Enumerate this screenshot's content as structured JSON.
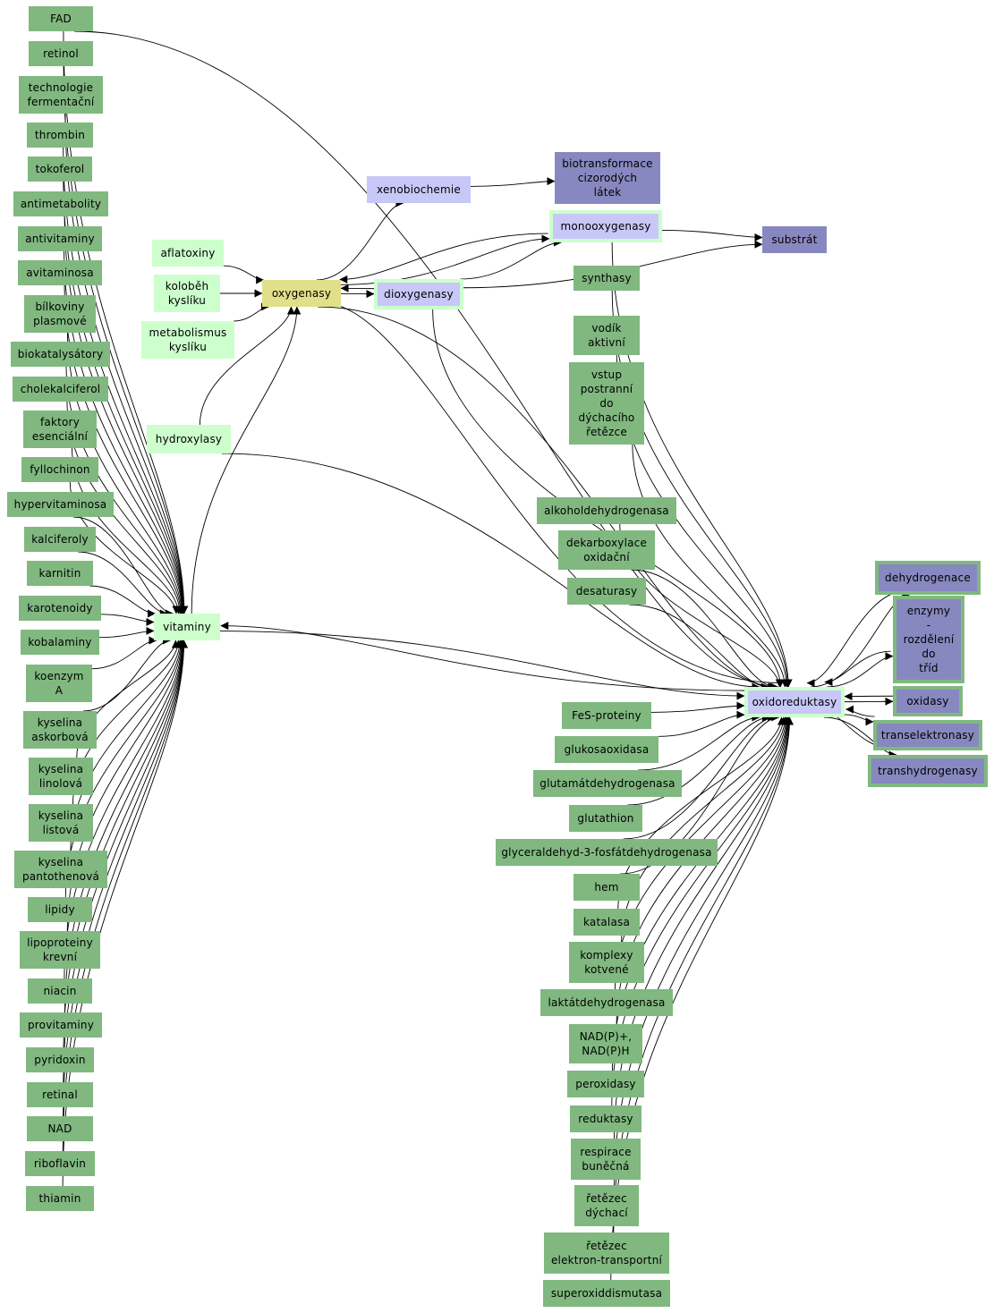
{
  "nodes": [
    {
      "id": "fad",
      "label": "FAD",
      "kind": "green"
    },
    {
      "id": "retinol",
      "label": "retinol",
      "kind": "green"
    },
    {
      "id": "technologie",
      "label": "technologie\nfermentační",
      "kind": "green"
    },
    {
      "id": "thrombin",
      "label": "thrombin",
      "kind": "green"
    },
    {
      "id": "tokoferol",
      "label": "tokoferol",
      "kind": "green"
    },
    {
      "id": "antimetabolity",
      "label": "antimetabolity",
      "kind": "green"
    },
    {
      "id": "antivitaminy",
      "label": "antivitaminy",
      "kind": "green"
    },
    {
      "id": "avitaminosa",
      "label": "avitaminosa",
      "kind": "green"
    },
    {
      "id": "bilkoviny",
      "label": "bílkoviny\nplasmové",
      "kind": "green"
    },
    {
      "id": "biokatalysatory",
      "label": "biokatalysátory",
      "kind": "green"
    },
    {
      "id": "cholekalciferol",
      "label": "cholekalciferol",
      "kind": "green"
    },
    {
      "id": "faktory",
      "label": "faktory\nesenciální",
      "kind": "green"
    },
    {
      "id": "fyllochinon",
      "label": "fyllochinon",
      "kind": "green"
    },
    {
      "id": "hypervitaminosa",
      "label": "hypervitaminosa",
      "kind": "green"
    },
    {
      "id": "kalciferoly",
      "label": "kalciferoly",
      "kind": "green"
    },
    {
      "id": "karnitin",
      "label": "karnitin",
      "kind": "green"
    },
    {
      "id": "karotenoidy",
      "label": "karotenoidy",
      "kind": "green"
    },
    {
      "id": "kobalaminy",
      "label": "kobalaminy",
      "kind": "green"
    },
    {
      "id": "koenzym",
      "label": "koenzym\nA",
      "kind": "green"
    },
    {
      "id": "askorbova",
      "label": "kyselina\naskorbová",
      "kind": "green"
    },
    {
      "id": "linolova",
      "label": "kyselina\nlinolová",
      "kind": "green"
    },
    {
      "id": "listova",
      "label": "kyselina\nlistová",
      "kind": "green"
    },
    {
      "id": "pantothenova",
      "label": "kyselina\npantothenová",
      "kind": "green"
    },
    {
      "id": "lipidy",
      "label": "lipidy",
      "kind": "green"
    },
    {
      "id": "lipoproteiny",
      "label": "lipoproteiny\nkrevní",
      "kind": "green"
    },
    {
      "id": "niacin",
      "label": "niacin",
      "kind": "green"
    },
    {
      "id": "provitaminy",
      "label": "provitaminy",
      "kind": "green"
    },
    {
      "id": "pyridoxin",
      "label": "pyridoxin",
      "kind": "green"
    },
    {
      "id": "retinal",
      "label": "retinal",
      "kind": "green"
    },
    {
      "id": "nad",
      "label": "NAD",
      "kind": "green"
    },
    {
      "id": "riboflavin",
      "label": "riboflavin",
      "kind": "green"
    },
    {
      "id": "thiamin",
      "label": "thiamin",
      "kind": "green"
    },
    {
      "id": "aflatoxiny",
      "label": "aflatoxiny",
      "kind": "lightgreen"
    },
    {
      "id": "kolobeh",
      "label": "koloběh\nkyslíku",
      "kind": "lightgreen"
    },
    {
      "id": "metabolismus",
      "label": "metabolismus\nkyslíku",
      "kind": "lightgreen"
    },
    {
      "id": "hydroxylasy",
      "label": "hydroxylasy",
      "kind": "lightgreen"
    },
    {
      "id": "vitaminy",
      "label": "vitaminy",
      "kind": "lightgreen"
    },
    {
      "id": "oxygenasy",
      "label": "oxygenasy",
      "kind": "yellow"
    },
    {
      "id": "xenobiochemie",
      "label": "xenobiochemie",
      "kind": "lavender"
    },
    {
      "id": "biotransformace",
      "label": "biotransformace\ncizorodých\nlátek",
      "kind": "purple"
    },
    {
      "id": "monooxygenasy",
      "label": "monooxygenasy",
      "kind": "lavender-ring"
    },
    {
      "id": "dioxygenasy",
      "label": "dioxygenasy",
      "kind": "lavender-ring"
    },
    {
      "id": "substrat",
      "label": "substrát",
      "kind": "purple"
    },
    {
      "id": "synthasy",
      "label": "synthasy",
      "kind": "green"
    },
    {
      "id": "vodik",
      "label": "vodík\naktivní",
      "kind": "green"
    },
    {
      "id": "vstup",
      "label": "vstup\npostranní\ndo\ndýchacího\nřetězce",
      "kind": "green"
    },
    {
      "id": "alkohol",
      "label": "alkoholdehydrogenasa",
      "kind": "green"
    },
    {
      "id": "dekarboxylace",
      "label": "dekarboxylace\noxidační",
      "kind": "green"
    },
    {
      "id": "desaturasy",
      "label": "desaturasy",
      "kind": "green"
    },
    {
      "id": "fes",
      "label": "FeS-proteiny",
      "kind": "green"
    },
    {
      "id": "glukosaox",
      "label": "glukosaoxidasa",
      "kind": "green"
    },
    {
      "id": "glutamat",
      "label": "glutamátdehydrogenasa",
      "kind": "green"
    },
    {
      "id": "glutathion",
      "label": "glutathion",
      "kind": "green"
    },
    {
      "id": "glyceraldehyd",
      "label": "glyceraldehyd-3-fosfátdehydrogenasa",
      "kind": "green"
    },
    {
      "id": "hem",
      "label": "hem",
      "kind": "green"
    },
    {
      "id": "katalasa",
      "label": "katalasa",
      "kind": "green"
    },
    {
      "id": "komplexy",
      "label": "komplexy\nkotvené",
      "kind": "green"
    },
    {
      "id": "laktat",
      "label": "laktátdehydrogenasa",
      "kind": "green"
    },
    {
      "id": "nadp",
      "label": "NAD(P)+,\nNAD(P)H",
      "kind": "green"
    },
    {
      "id": "peroxidasy",
      "label": "peroxidasy",
      "kind": "green"
    },
    {
      "id": "reduktasy",
      "label": "reduktasy",
      "kind": "green"
    },
    {
      "id": "respirace",
      "label": "respirace\nbuněčná",
      "kind": "green"
    },
    {
      "id": "retezecd",
      "label": "řetězec\ndýchací",
      "kind": "green"
    },
    {
      "id": "retezece",
      "label": "řetězec\nelektron-transportní",
      "kind": "green"
    },
    {
      "id": "superoxid",
      "label": "superoxiddismutasa",
      "kind": "green"
    },
    {
      "id": "oxidoreduktasy",
      "label": "oxidoreduktasy",
      "kind": "lavender-ring"
    },
    {
      "id": "dehydrogenace",
      "label": "dehydrogenace",
      "kind": "purple-ring"
    },
    {
      "id": "enzymy",
      "label": "enzymy\n-\nrozdělení\ndo\ntříd",
      "kind": "purple-ring"
    },
    {
      "id": "oxidasy",
      "label": "oxidasy",
      "kind": "purple-ring"
    },
    {
      "id": "transelektronasy",
      "label": "transelektronasy",
      "kind": "purple-ring"
    },
    {
      "id": "transhydrogenasy",
      "label": "transhydrogenasy",
      "kind": "purple-ring"
    }
  ],
  "edges": [
    [
      "fad",
      "vitaminy"
    ],
    [
      "retinol",
      "vitaminy"
    ],
    [
      "technologie",
      "vitaminy"
    ],
    [
      "thrombin",
      "vitaminy"
    ],
    [
      "tokoferol",
      "vitaminy"
    ],
    [
      "antimetabolity",
      "vitaminy"
    ],
    [
      "antivitaminy",
      "vitaminy"
    ],
    [
      "avitaminosa",
      "vitaminy"
    ],
    [
      "bilkoviny",
      "vitaminy"
    ],
    [
      "biokatalysatory",
      "vitaminy"
    ],
    [
      "cholekalciferol",
      "vitaminy"
    ],
    [
      "faktory",
      "vitaminy"
    ],
    [
      "fyllochinon",
      "vitaminy"
    ],
    [
      "hypervitaminosa",
      "vitaminy"
    ],
    [
      "kalciferoly",
      "vitaminy"
    ],
    [
      "karnitin",
      "vitaminy"
    ],
    [
      "karotenoidy",
      "vitaminy"
    ],
    [
      "kobalaminy",
      "vitaminy"
    ],
    [
      "koenzym",
      "vitaminy"
    ],
    [
      "askorbova",
      "vitaminy"
    ],
    [
      "linolova",
      "vitaminy"
    ],
    [
      "listova",
      "vitaminy"
    ],
    [
      "pantothenova",
      "vitaminy"
    ],
    [
      "lipidy",
      "vitaminy"
    ],
    [
      "lipoproteiny",
      "vitaminy"
    ],
    [
      "niacin",
      "vitaminy"
    ],
    [
      "provitaminy",
      "vitaminy"
    ],
    [
      "pyridoxin",
      "vitaminy"
    ],
    [
      "retinal",
      "vitaminy"
    ],
    [
      "nad",
      "vitaminy"
    ],
    [
      "riboflavin",
      "vitaminy"
    ],
    [
      "thiamin",
      "vitaminy"
    ],
    [
      "aflatoxiny",
      "oxygenasy"
    ],
    [
      "kolobeh",
      "oxygenasy"
    ],
    [
      "metabolismus",
      "oxygenasy"
    ],
    [
      "hydroxylasy",
      "oxygenasy"
    ],
    [
      "vitaminy",
      "oxygenasy"
    ],
    [
      "oxygenasy",
      "xenobiochemie"
    ],
    [
      "xenobiochemie",
      "biotransformace"
    ],
    [
      "oxygenasy",
      "monooxygenasy"
    ],
    [
      "monooxygenasy",
      "oxygenasy"
    ],
    [
      "oxygenasy",
      "dioxygenasy"
    ],
    [
      "dioxygenasy",
      "oxygenasy"
    ],
    [
      "monooxygenasy",
      "substrat"
    ],
    [
      "dioxygenasy",
      "substrat"
    ],
    [
      "dioxygenasy",
      "monooxygenasy"
    ],
    [
      "vitaminy",
      "oxidoreduktasy"
    ],
    [
      "oxidoreduktasy",
      "vitaminy"
    ],
    [
      "fad",
      "oxidoreduktasy"
    ],
    [
      "hydroxylasy",
      "oxidoreduktasy"
    ],
    [
      "monooxygenasy",
      "oxidoreduktasy"
    ],
    [
      "dioxygenasy",
      "oxidoreduktasy"
    ],
    [
      "oxygenasy",
      "oxidoreduktasy"
    ],
    [
      "oxidoreduktasy",
      "oxygenasy"
    ],
    [
      "synthasy",
      "oxidoreduktasy"
    ],
    [
      "vodik",
      "oxidoreduktasy"
    ],
    [
      "vstup",
      "oxidoreduktasy"
    ],
    [
      "alkohol",
      "oxidoreduktasy"
    ],
    [
      "dekarboxylace",
      "oxidoreduktasy"
    ],
    [
      "desaturasy",
      "oxidoreduktasy"
    ],
    [
      "fes",
      "oxidoreduktasy"
    ],
    [
      "glukosaox",
      "oxidoreduktasy"
    ],
    [
      "glutamat",
      "oxidoreduktasy"
    ],
    [
      "glutathion",
      "oxidoreduktasy"
    ],
    [
      "glyceraldehyd",
      "oxidoreduktasy"
    ],
    [
      "hem",
      "oxidoreduktasy"
    ],
    [
      "katalasa",
      "oxidoreduktasy"
    ],
    [
      "komplexy",
      "oxidoreduktasy"
    ],
    [
      "laktat",
      "oxidoreduktasy"
    ],
    [
      "nadp",
      "oxidoreduktasy"
    ],
    [
      "peroxidasy",
      "oxidoreduktasy"
    ],
    [
      "reduktasy",
      "oxidoreduktasy"
    ],
    [
      "respirace",
      "oxidoreduktasy"
    ],
    [
      "retezecd",
      "oxidoreduktasy"
    ],
    [
      "retezece",
      "oxidoreduktasy"
    ],
    [
      "superoxid",
      "oxidoreduktasy"
    ],
    [
      "oxidoreduktasy",
      "dehydrogenace"
    ],
    [
      "dehydrogenace",
      "oxidoreduktasy"
    ],
    [
      "oxidoreduktasy",
      "enzymy"
    ],
    [
      "enzymy",
      "oxidoreduktasy"
    ],
    [
      "oxidoreduktasy",
      "oxidasy"
    ],
    [
      "oxidasy",
      "oxidoreduktasy"
    ],
    [
      "oxidoreduktasy",
      "transelektronasy"
    ],
    [
      "transelektronasy",
      "oxidoreduktasy"
    ],
    [
      "oxidoreduktasy",
      "transhydrogenasy"
    ],
    [
      "transhydrogenasy",
      "oxidoreduktasy"
    ]
  ]
}
